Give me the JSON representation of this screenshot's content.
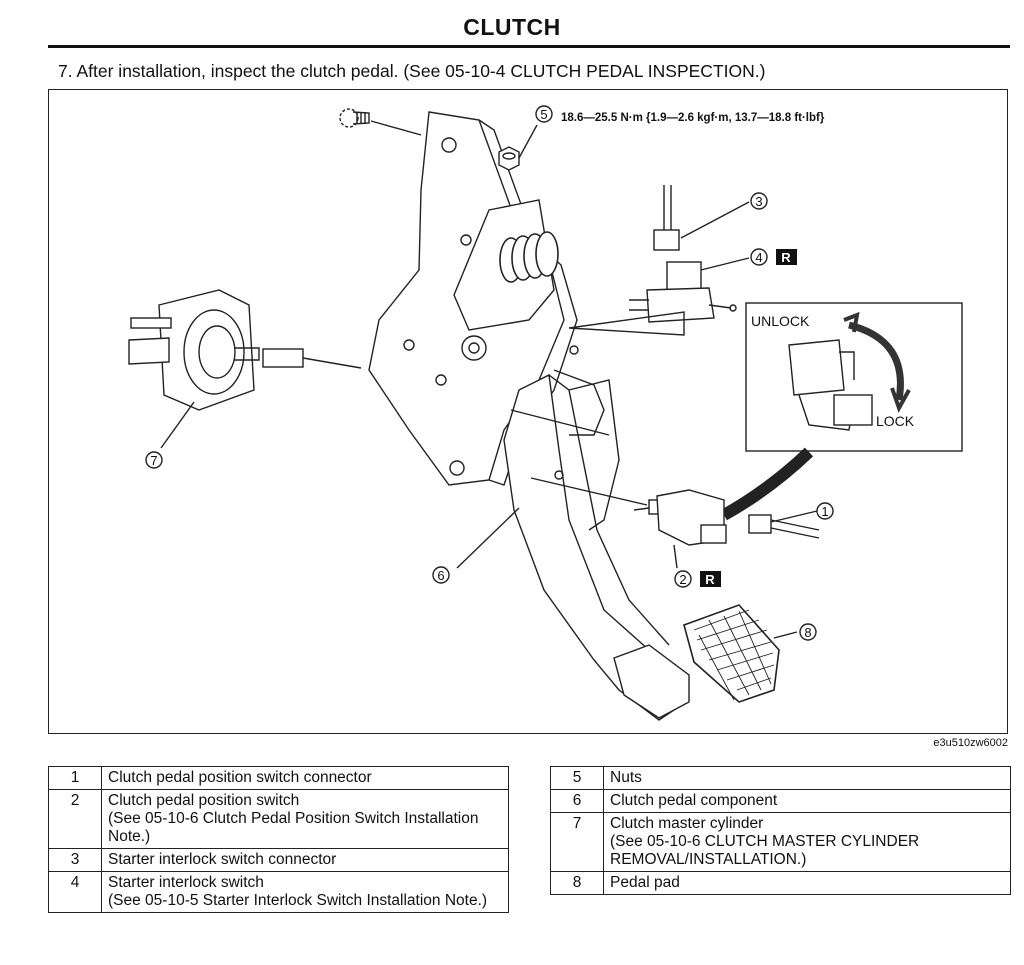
{
  "header": {
    "title": "CLUTCH"
  },
  "step": {
    "text": "7. After installation, inspect the clutch pedal. (See 05-10-4 CLUTCH PEDAL INSPECTION.)"
  },
  "figure": {
    "torque": "18.6—25.5 N·m {1.9—2.6 kgf·m, 13.7—18.8 ft·lbf}",
    "unlock": "UNLOCK",
    "lock": "LOCK",
    "replace_mark": "R",
    "code": "e3u510zw6002",
    "callouts": [
      "1",
      "2",
      "3",
      "4",
      "5",
      "6",
      "7",
      "8"
    ]
  },
  "parts_left": [
    {
      "num": "1",
      "name": "Clutch pedal position switch connector",
      "note": ""
    },
    {
      "num": "2",
      "name": "Clutch pedal position switch",
      "note": "(See 05-10-6 Clutch Pedal Position Switch Installation Note.)"
    },
    {
      "num": "3",
      "name": "Starter interlock switch connector",
      "note": ""
    },
    {
      "num": "4",
      "name": "Starter interlock switch",
      "note": "(See 05-10-5 Starter Interlock Switch Installation Note.)"
    }
  ],
  "parts_right": [
    {
      "num": "5",
      "name": "Nuts",
      "note": ""
    },
    {
      "num": "6",
      "name": "Clutch pedal component",
      "note": ""
    },
    {
      "num": "7",
      "name": "Clutch master cylinder",
      "note": "(See 05-10-6 CLUTCH MASTER CYLINDER REMOVAL/INSTALLATION.)"
    },
    {
      "num": "8",
      "name": "Pedal pad",
      "note": ""
    }
  ]
}
